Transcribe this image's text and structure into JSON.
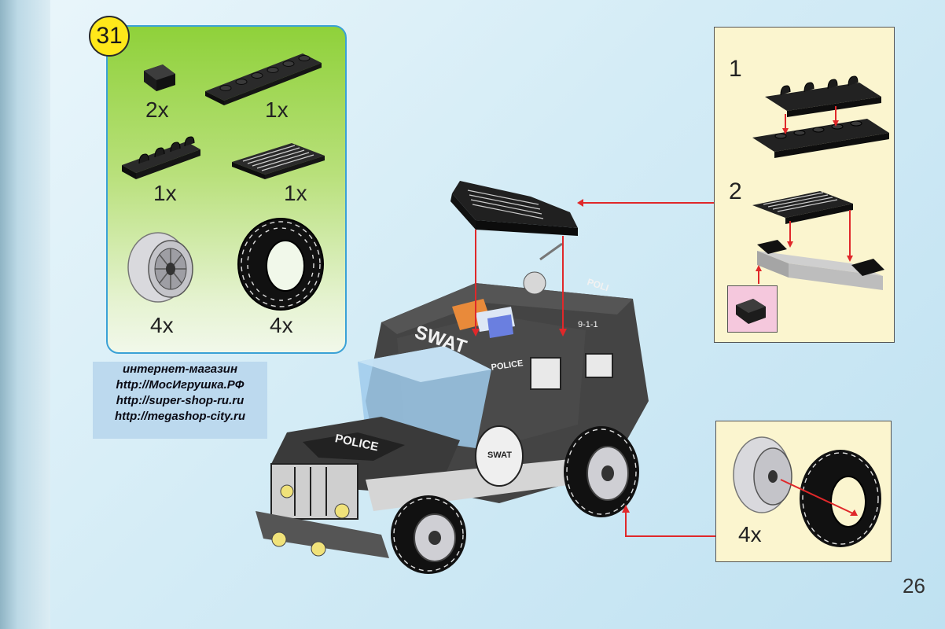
{
  "step": {
    "number": "31"
  },
  "parts_list": [
    {
      "name": "slope-brick",
      "qty": "2x"
    },
    {
      "name": "plate-1x6",
      "qty": "1x"
    },
    {
      "name": "clip-plate-1x4",
      "qty": "1x"
    },
    {
      "name": "grille-tile-2x4",
      "qty": "1x"
    },
    {
      "name": "wheel-rim",
      "qty": "4x"
    },
    {
      "name": "tire",
      "qty": "4x"
    }
  ],
  "subassembly": {
    "step1": "1",
    "step2": "2"
  },
  "wheel_assembly": {
    "qty": "4x"
  },
  "vehicle_labels": {
    "swat": "SWAT",
    "police_door": "POLICE",
    "police_hood": "POLICE",
    "unit_number": "9-1-1",
    "police_side": "POLI",
    "door_badge": "SWAT"
  },
  "shop": {
    "line1": "интернет-магазин",
    "line2": "http://МосИгрушка.РФ",
    "line3": "http://super-shop-ru.ru",
    "line4": "http://megashop-city.ru"
  },
  "page": {
    "number": "26"
  },
  "colors": {
    "arrow": "#e0282a",
    "badge": "#ffe81a",
    "parts_border": "#3aa1d6",
    "brick": "#1c1c1c"
  }
}
